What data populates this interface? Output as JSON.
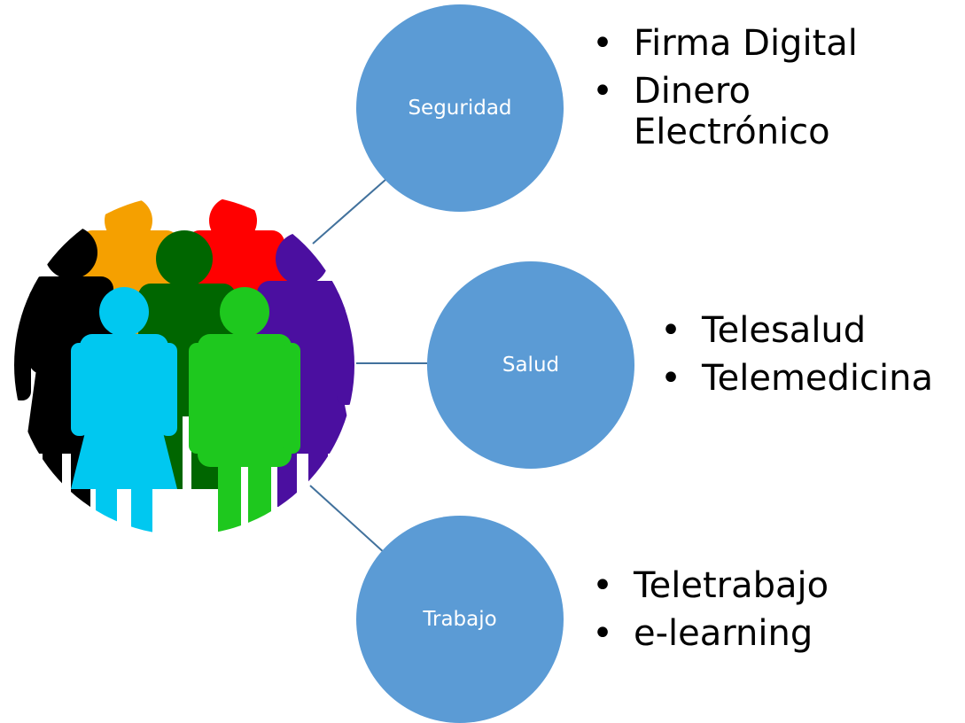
{
  "nodes": [
    {
      "id": "seguridad",
      "label": "Seguridad",
      "items": [
        "Firma Digital",
        "Dinero Electrónico"
      ]
    },
    {
      "id": "salud",
      "label": "Salud",
      "items": [
        "Telesalud",
        "Telemedicina"
      ]
    },
    {
      "id": "trabajo",
      "label": "Trabajo",
      "items": [
        "Teletrabajo",
        "e-learning"
      ]
    }
  ],
  "colors": {
    "node_fill": "#5b9bd5",
    "connector": "#41719c",
    "people": [
      "#000000",
      "#f5a000",
      "#ff0000",
      "#006600",
      "#4b0fa0",
      "#00c8f0",
      "#1ec81e"
    ]
  },
  "icons": {
    "hub": "people-group-icon",
    "bullet": "bullet-dot-icon"
  }
}
